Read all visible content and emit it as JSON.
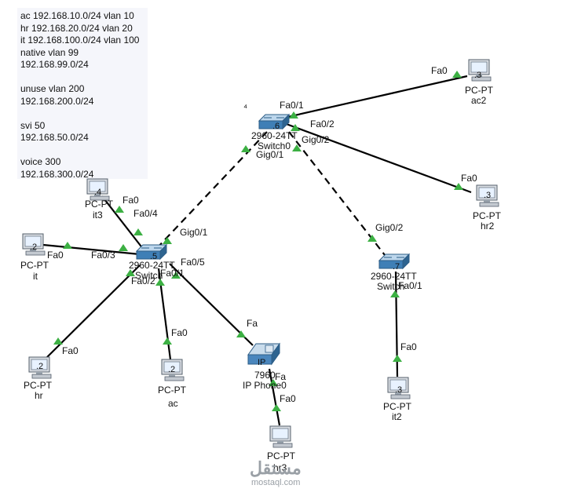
{
  "note": {
    "lines": [
      "ac 192.168.10.0/24 vlan 10",
      "hr 192.168.20.0/24 vlan 20",
      "it 192.168.100.0/24 vlan 100",
      "native vlan 99",
      "192.168.99.0/24",
      "",
      "unuse vlan 200",
      "192.168.200.0/24",
      "",
      "svi 50",
      "192.168.50.0/24",
      "",
      "voice 300",
      "192.168.300.0/24"
    ]
  },
  "stray_mark": "⁴",
  "devices": {
    "sw6": {
      "ip": ".6",
      "model": "2960-24TT",
      "name": "Switch0"
    },
    "sw5": {
      "ip": ".5",
      "model": "2960-24TT",
      "name": "Switch"
    },
    "sw7": {
      "ip": ".7",
      "model": "2960-24TT",
      "name": "Switch"
    },
    "ac2": {
      "ip": ".3",
      "type": "PC-PT",
      "name": "ac2"
    },
    "hr2": {
      "ip": ".3",
      "type": "PC-PT",
      "name": "hr2"
    },
    "it3": {
      "ip": ".4",
      "type": "PC-PT",
      "name": "it3"
    },
    "it": {
      "ip": ".2",
      "type": "PC-PT",
      "name": "it"
    },
    "hr": {
      "ip": ".2",
      "type": "PC-PT",
      "name": "hr"
    },
    "ac": {
      "ip": ".2",
      "type": "PC-PT",
      "name": "ac"
    },
    "phone": {
      "ip": "IP",
      "type": "7960",
      "name": "IP Phone0"
    },
    "hr3": {
      "type": "PC-PT",
      "name": "hr3"
    },
    "it2": {
      "ip": ".3",
      "type": "PC-PT",
      "name": "it2"
    }
  },
  "ports": {
    "sw6_fa01": "Fa0/1",
    "sw6_fa02": "Fa0/2",
    "sw6_gig02": "Gig0/2",
    "sw6_gig01": "Gig0/1",
    "ac2_fa0": "Fa0",
    "hr2_fa0": "Fa0",
    "sw7_gig02": "Gig0/2",
    "sw7_fa01": "Fa0/1",
    "it2_fa0": "Fa0",
    "sw5_gig01": "Gig0/1",
    "sw5_fa04": "Fa0/4",
    "it3_fa0": "Fa0",
    "sw5_fa03": "Fa0/3",
    "it_fa0": "Fa0",
    "sw5_fa05": "Fa0/5",
    "sw5_fa01": "Fa0/1",
    "sw5_fa02": "Fa0/2",
    "hr_fa0": "Fa0",
    "ac_fa0": "Fa0",
    "phone_fa_sw": "Fa",
    "phone_fa_pc": "Fa",
    "hr3_fa0": "Fa0"
  },
  "watermark": {
    "arabic": "مستقل",
    "latin": "mostaql.com"
  }
}
